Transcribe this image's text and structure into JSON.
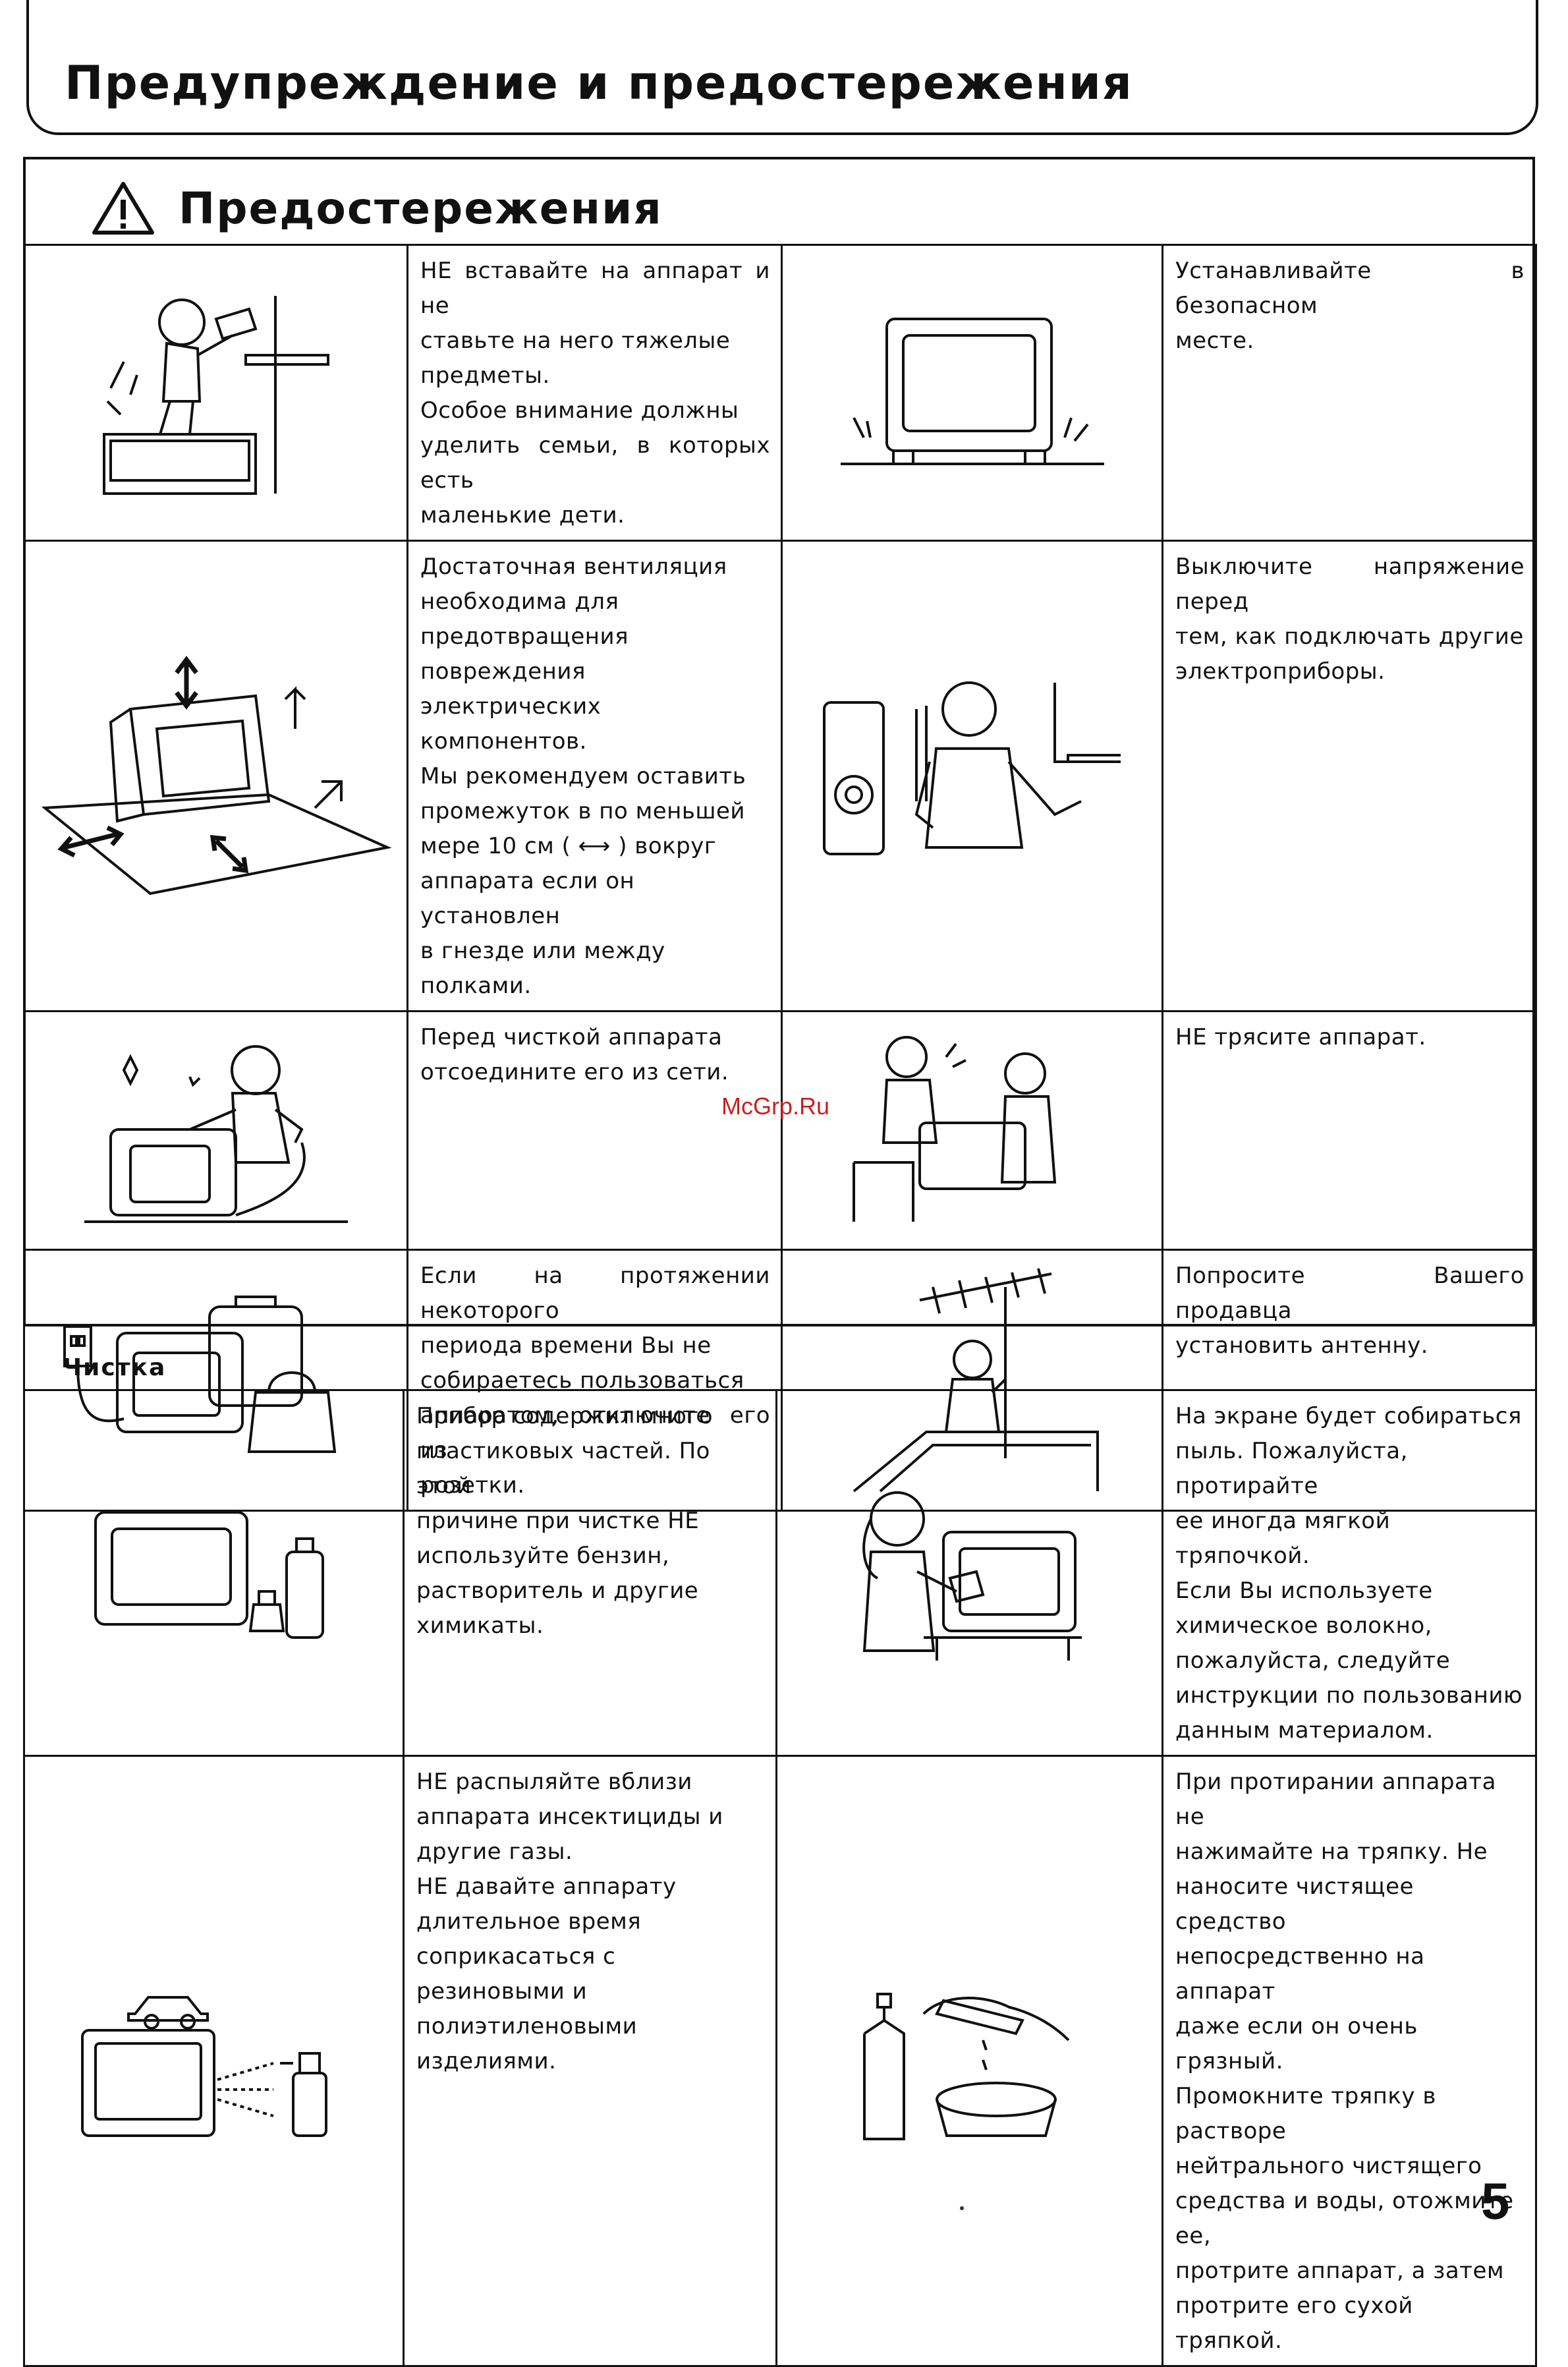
{
  "header": {
    "title": "Предупреждение и предостережения"
  },
  "caution": {
    "title": "Предостережения"
  },
  "caution_rows": [
    {
      "left_icon": "child-climbing-tv-icon",
      "left_lines": [
        "НЕ вставайте на аппарат и не",
        "ставьте на него тяжелые",
        "предметы.",
        "Особое внимание должны",
        "уделить семьи, в которых есть",
        "маленькие дети."
      ],
      "right_icon": "tv-stable-place-icon",
      "right_lines": [
        "Устанавливайте в безопасном",
        "месте."
      ]
    },
    {
      "left_icon": "tv-ventilation-icon",
      "left_lines": [
        "Достаточная вентиляция",
        "необходима для",
        "предотвращения повреждения",
        "электрических компонентов.",
        "Мы рекомендуем оставить",
        "промежуток в по меньшей",
        "мере 10 см ( ⟷ ) вокруг",
        "аппарата если он установлен",
        "в гнезде или между полками."
      ],
      "right_icon": "man-connecting-cables-icon",
      "right_lines": [
        "Выключите напряжение перед",
        "тем, как подключать другие",
        "электроприборы."
      ]
    },
    {
      "left_icon": "woman-unplugging-tv-icon",
      "left_lines": [
        "Перед чисткой аппарата",
        "отсоедините его из сети."
      ],
      "right_icon": "men-carrying-tv-icon",
      "right_lines": [
        "НЕ трясите аппарат."
      ]
    },
    {
      "left_icon": "tv-unplugged-luggage-icon",
      "left_lines": [
        "Если на протяжении некоторого",
        "периода времени Вы не",
        "собираетесь пользоваться",
        "аппаратом, отключите его из",
        "розетки."
      ],
      "right_icon": "man-installing-antenna-icon",
      "right_lines": [
        "Попросите Вашего продавца",
        "установить антенну."
      ]
    }
  ],
  "cleaning": {
    "label": "Чистка"
  },
  "cleaning_rows": [
    {
      "left_icon": "tv-chemicals-icon",
      "left_lines": [
        "Прибор содержит много",
        "пластиковых частей. По этой",
        "причине при чистке НЕ",
        "используйте бензин,",
        "растворитель и другие",
        "химикаты."
      ],
      "right_icon": "woman-wiping-screen-icon",
      "right_lines": [
        "На экране будет собираться",
        "пыль. Пожалуйста, протирайте",
        "ее иногда мягкой тряпочкой.",
        "Если Вы используете",
        "химическое волокно,",
        "пожалуйста, следуйте",
        "инструкции по пользованию",
        "данным материалом."
      ]
    },
    {
      "left_icon": "tv-spray-icon",
      "left_lines": [
        "НЕ распыляйте вблизи",
        "аппарата инсектициды и",
        "другие газы.",
        "НЕ давайте аппарату",
        "длительное время",
        "соприкасаться с резиновыми и",
        "полиэтиленовыми изделиями."
      ],
      "right_icon": "wringing-cloth-icon",
      "right_lines": [
        "При протирании аппарата не",
        "нажимайте на тряпку. Не",
        "наносите чистящее средство",
        "непосредственно на аппарат",
        "даже если он очень грязный.",
        "Промокните тряпку в растворе",
        "нейтрального чистящего",
        "средства и воды, отожмите ее,",
        "протрите аппарат, а затем",
        "протрите его сухой тряпкой."
      ]
    }
  ],
  "watermark": "McGrp.Ru",
  "page_number": "5"
}
